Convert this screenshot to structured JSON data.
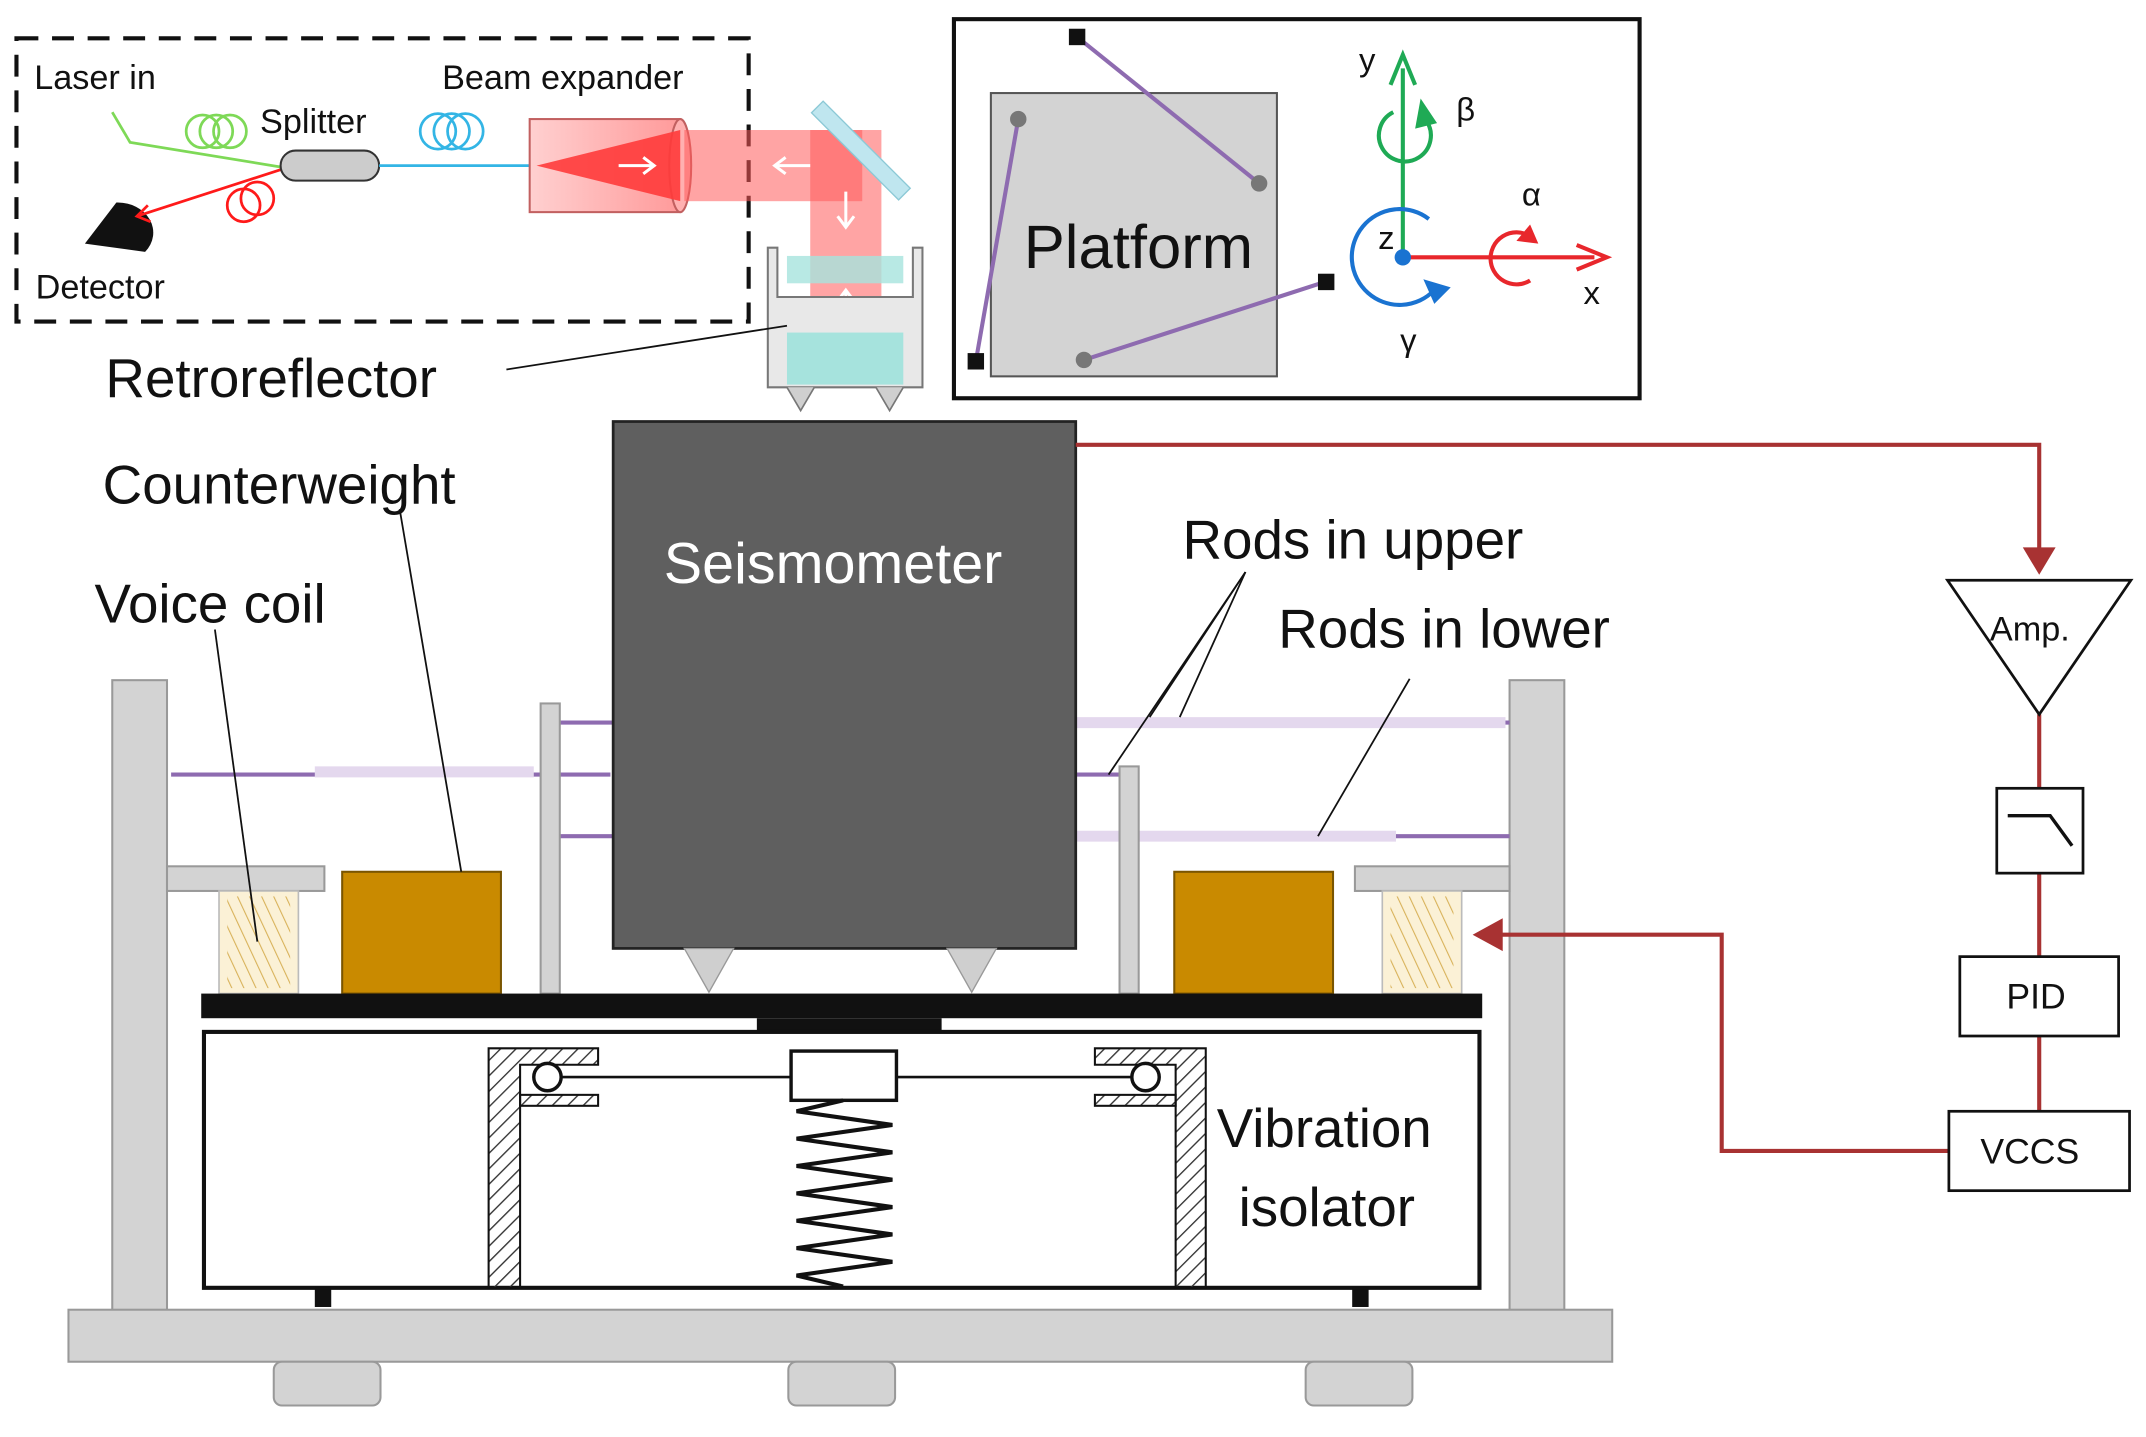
{
  "labels": {
    "laser_in": "Laser in",
    "splitter": "Splitter",
    "beam_expander": "Beam expander",
    "detector": "Detector",
    "retroreflector": "Retroreflector",
    "platform": "Platform",
    "axis_y": "y",
    "axis_x": "x",
    "axis_z": "z",
    "rot_alpha": "α",
    "rot_beta": "β",
    "rot_gamma": "γ",
    "counterweight": "Counterweight",
    "voice_coil": "Voice coil",
    "seismometer": "Seismometer",
    "rods_upper": "Rods in upper",
    "rods_lower": "Rods in lower",
    "amp": "Amp.",
    "pid": "PID",
    "vccs": "VCCS",
    "vibration_line1": "Vibration",
    "vibration_line2": "isolator"
  },
  "colors": {
    "fiber_in": "#7ed957",
    "fiber_mid": "#33b5e5",
    "fiber_out": "#ff1a1a",
    "beam": "#ff5a5a",
    "rod": "#8e6bb0",
    "frame": "#d3d3d3",
    "seismometer": "#5f5f5f",
    "counterweight": "#c98a00",
    "signal_line": "#a83232",
    "axis_x": "#e8272c",
    "axis_y": "#1faa55",
    "axis_z": "#1a73d1",
    "retroreflector_liquid": "#a6e3dd"
  },
  "icons": {
    "detector": "detector-icon",
    "lowpass": "lowpass-filter-icon",
    "spring": "spring-icon"
  }
}
